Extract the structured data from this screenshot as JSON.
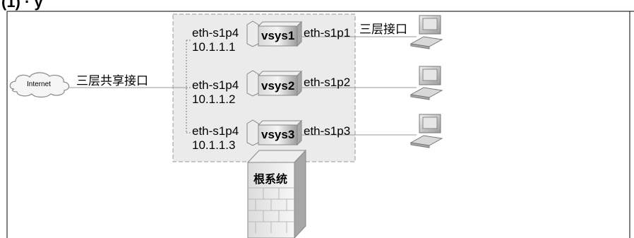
{
  "heading_fragment": "(1) · y",
  "shared_interface_label": "三层共享接口",
  "internet_label": "Internet",
  "root_system_label": "根系统",
  "vsys": [
    {
      "name": "vsys1",
      "uplink_port": "eth-s1p4",
      "uplink_ip": "10.1.1.1",
      "downlink_port": "eth-s1p1",
      "downlink_label": "三层接口"
    },
    {
      "name": "vsys2",
      "uplink_port": "eth-s1p4",
      "uplink_ip": "10.1.1.2",
      "downlink_port": "eth-s1p2",
      "downlink_label": ""
    },
    {
      "name": "vsys3",
      "uplink_port": "eth-s1p4",
      "uplink_ip": "10.1.1.3",
      "downlink_port": "eth-s1p3",
      "downlink_label": ""
    }
  ],
  "colors": {
    "box_fill": "#ebebeb",
    "box_border": "#9a9a9a",
    "line": "#9a9a9a",
    "frame": "#000000"
  }
}
